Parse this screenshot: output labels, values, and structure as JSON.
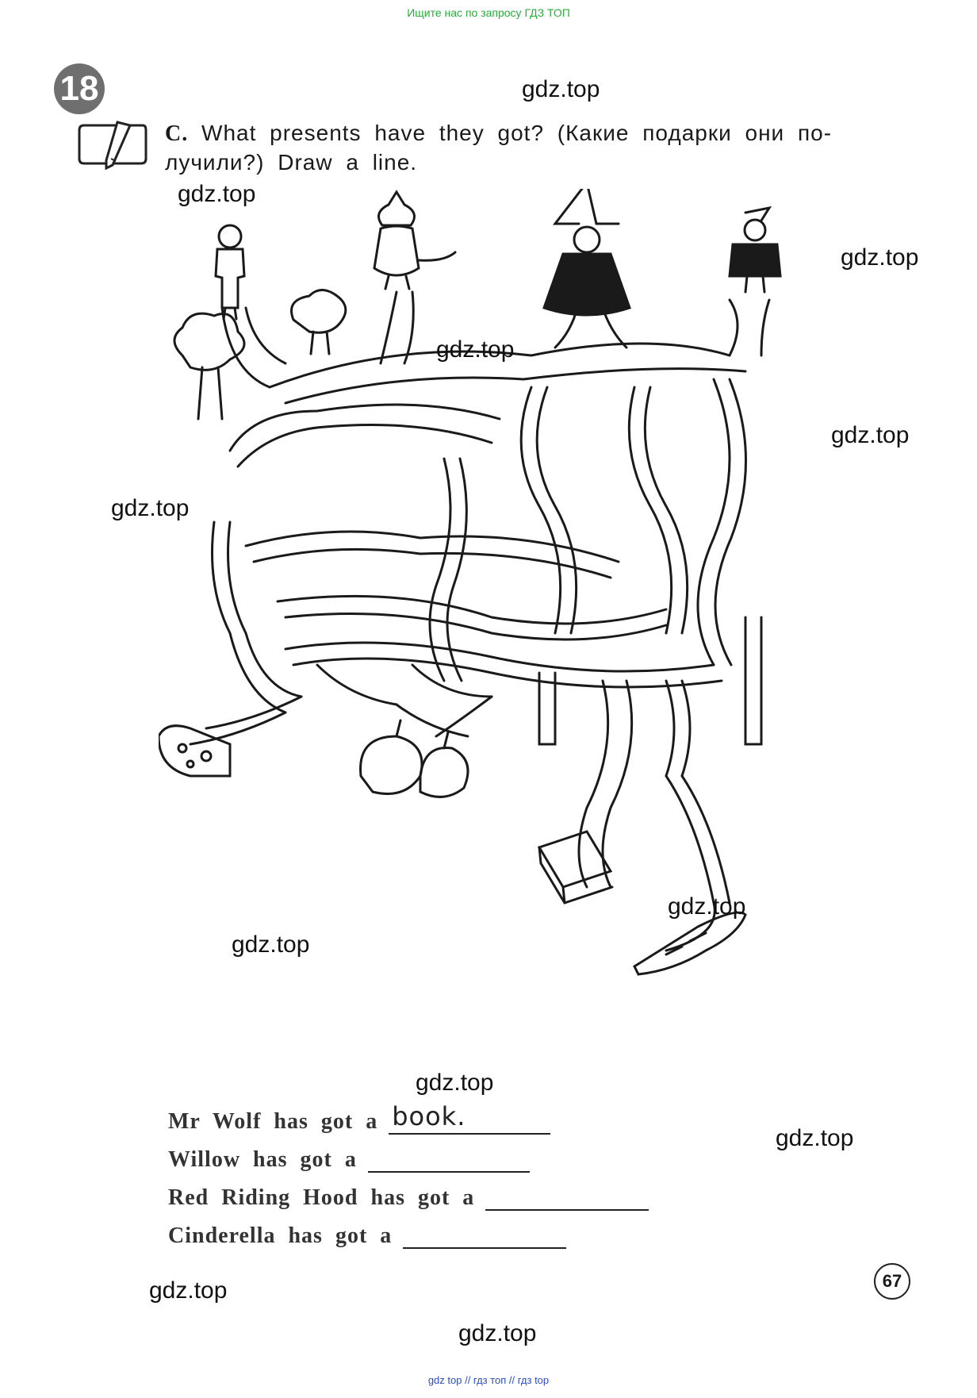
{
  "banners": {
    "top": "Ищите нас по запросу ГДЗ ТОП",
    "bottom": "gdz top  //  гдз топ  //  гдз top"
  },
  "lesson": {
    "number": "18"
  },
  "task": {
    "letter": "C.",
    "text": "What presents have they got? (Какие подарки они по-лучили?) Draw a line."
  },
  "watermark": "gdz.top",
  "sentences": [
    {
      "text": "Mr Wolf has got a",
      "answer": "book."
    },
    {
      "text": "Willow has got a",
      "answer": ""
    },
    {
      "text": "Red Riding Hood has got a",
      "answer": ""
    },
    {
      "text": "Cinderella has got a",
      "answer": ""
    }
  ],
  "page": {
    "number": "67"
  },
  "colors": {
    "banner_top": "#27ae3a",
    "banner_bottom": "#2a4fc4",
    "badge": "#6f6f6f"
  }
}
